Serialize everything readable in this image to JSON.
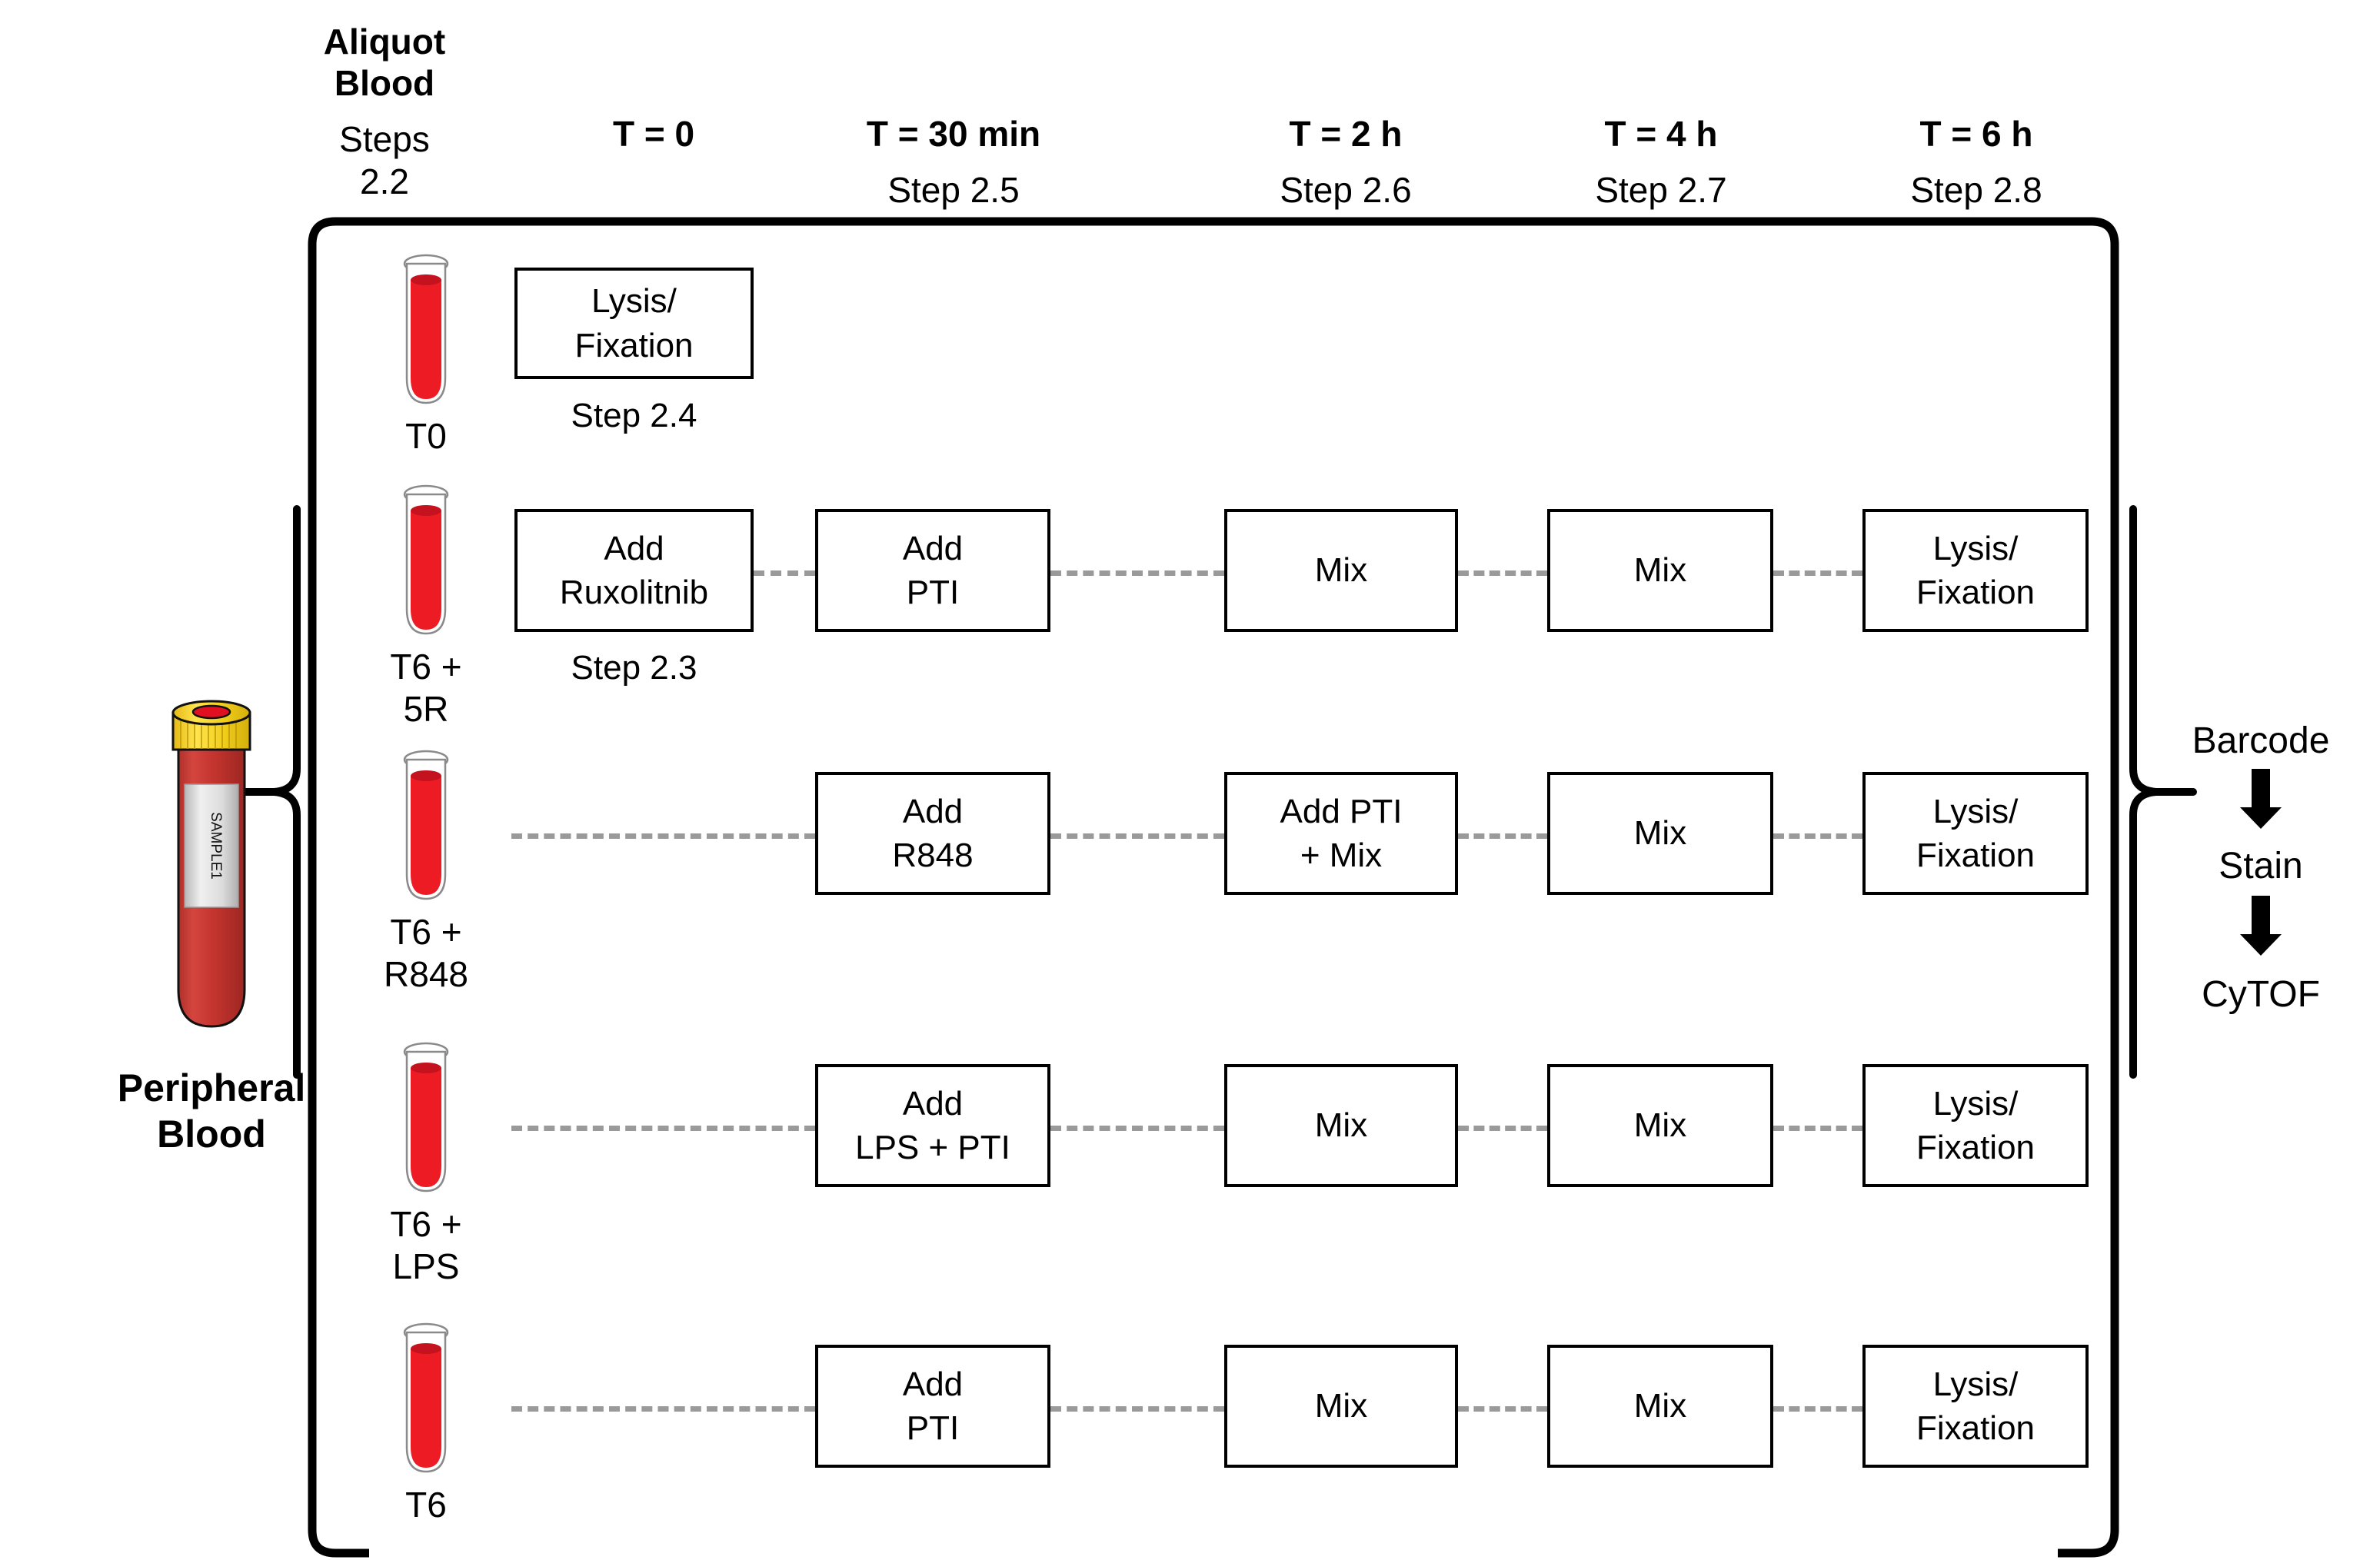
{
  "headers": [
    {
      "bold": "Aliquot\nBlood",
      "regular": "Steps\n2.2"
    },
    {
      "bold": "T = 0",
      "regular": ""
    },
    {
      "bold": "T = 30 min",
      "regular": "Step 2.5"
    },
    {
      "bold": "T = 2 h",
      "regular": "Step 2.6"
    },
    {
      "bold": "T = 4 h",
      "regular": "Step 2.7"
    },
    {
      "bold": "T = 6 h",
      "regular": "Step 2.8"
    }
  ],
  "source": {
    "label": "Peripheral\nBlood",
    "tube_label": "SAMPLE1",
    "cap_color": "#F2CE1B",
    "body_color": "#C8342F",
    "label_color": "#D9D9D9"
  },
  "rows": [
    {
      "tube_label": "T0",
      "tube_fill": "#ED1C24",
      "boxes": [
        {
          "col": "t0",
          "text": "Lysis/\nFixation",
          "caption": "Step 2.4"
        }
      ]
    },
    {
      "tube_label": "T6 +\n5R",
      "tube_fill": "#ED1C24",
      "boxes": [
        {
          "col": "t0",
          "text": "Add\nRuxolitnib",
          "caption": "Step 2.3"
        },
        {
          "col": "t30",
          "text": "Add\nPTI",
          "caption": ""
        },
        {
          "col": "t2h",
          "text": "Mix",
          "caption": ""
        },
        {
          "col": "t4h",
          "text": "Mix",
          "caption": ""
        },
        {
          "col": "t6h",
          "text": "Lysis/\nFixation",
          "caption": ""
        }
      ]
    },
    {
      "tube_label": "T6 +\nR848",
      "tube_fill": "#ED1C24",
      "boxes": [
        {
          "col": "t30",
          "text": "Add\nR848",
          "caption": ""
        },
        {
          "col": "t2h",
          "text": "Add PTI\n+ Mix",
          "caption": ""
        },
        {
          "col": "t4h",
          "text": "Mix",
          "caption": ""
        },
        {
          "col": "t6h",
          "text": "Lysis/\nFixation",
          "caption": ""
        }
      ]
    },
    {
      "tube_label": "T6 +\nLPS",
      "tube_fill": "#ED1C24",
      "boxes": [
        {
          "col": "t30",
          "text": "Add\nLPS + PTI",
          "caption": ""
        },
        {
          "col": "t2h",
          "text": "Mix",
          "caption": ""
        },
        {
          "col": "t4h",
          "text": "Mix",
          "caption": ""
        },
        {
          "col": "t6h",
          "text": "Lysis/\nFixation",
          "caption": ""
        }
      ]
    },
    {
      "tube_label": "T6",
      "tube_fill": "#ED1C24",
      "boxes": [
        {
          "col": "t30",
          "text": "Add\nPTI",
          "caption": ""
        },
        {
          "col": "t2h",
          "text": "Mix",
          "caption": ""
        },
        {
          "col": "t4h",
          "text": "Mix",
          "caption": ""
        },
        {
          "col": "t6h",
          "text": "Lysis/\nFixation",
          "caption": ""
        }
      ]
    }
  ],
  "output": {
    "steps": [
      "Barcode",
      "Stain",
      "CyTOF"
    ],
    "arrow": "down-arrow"
  },
  "colors": {
    "stroke": "#000000",
    "dash": "#9a9a9a",
    "blood": "#ED1C24",
    "background": "#ffffff"
  }
}
